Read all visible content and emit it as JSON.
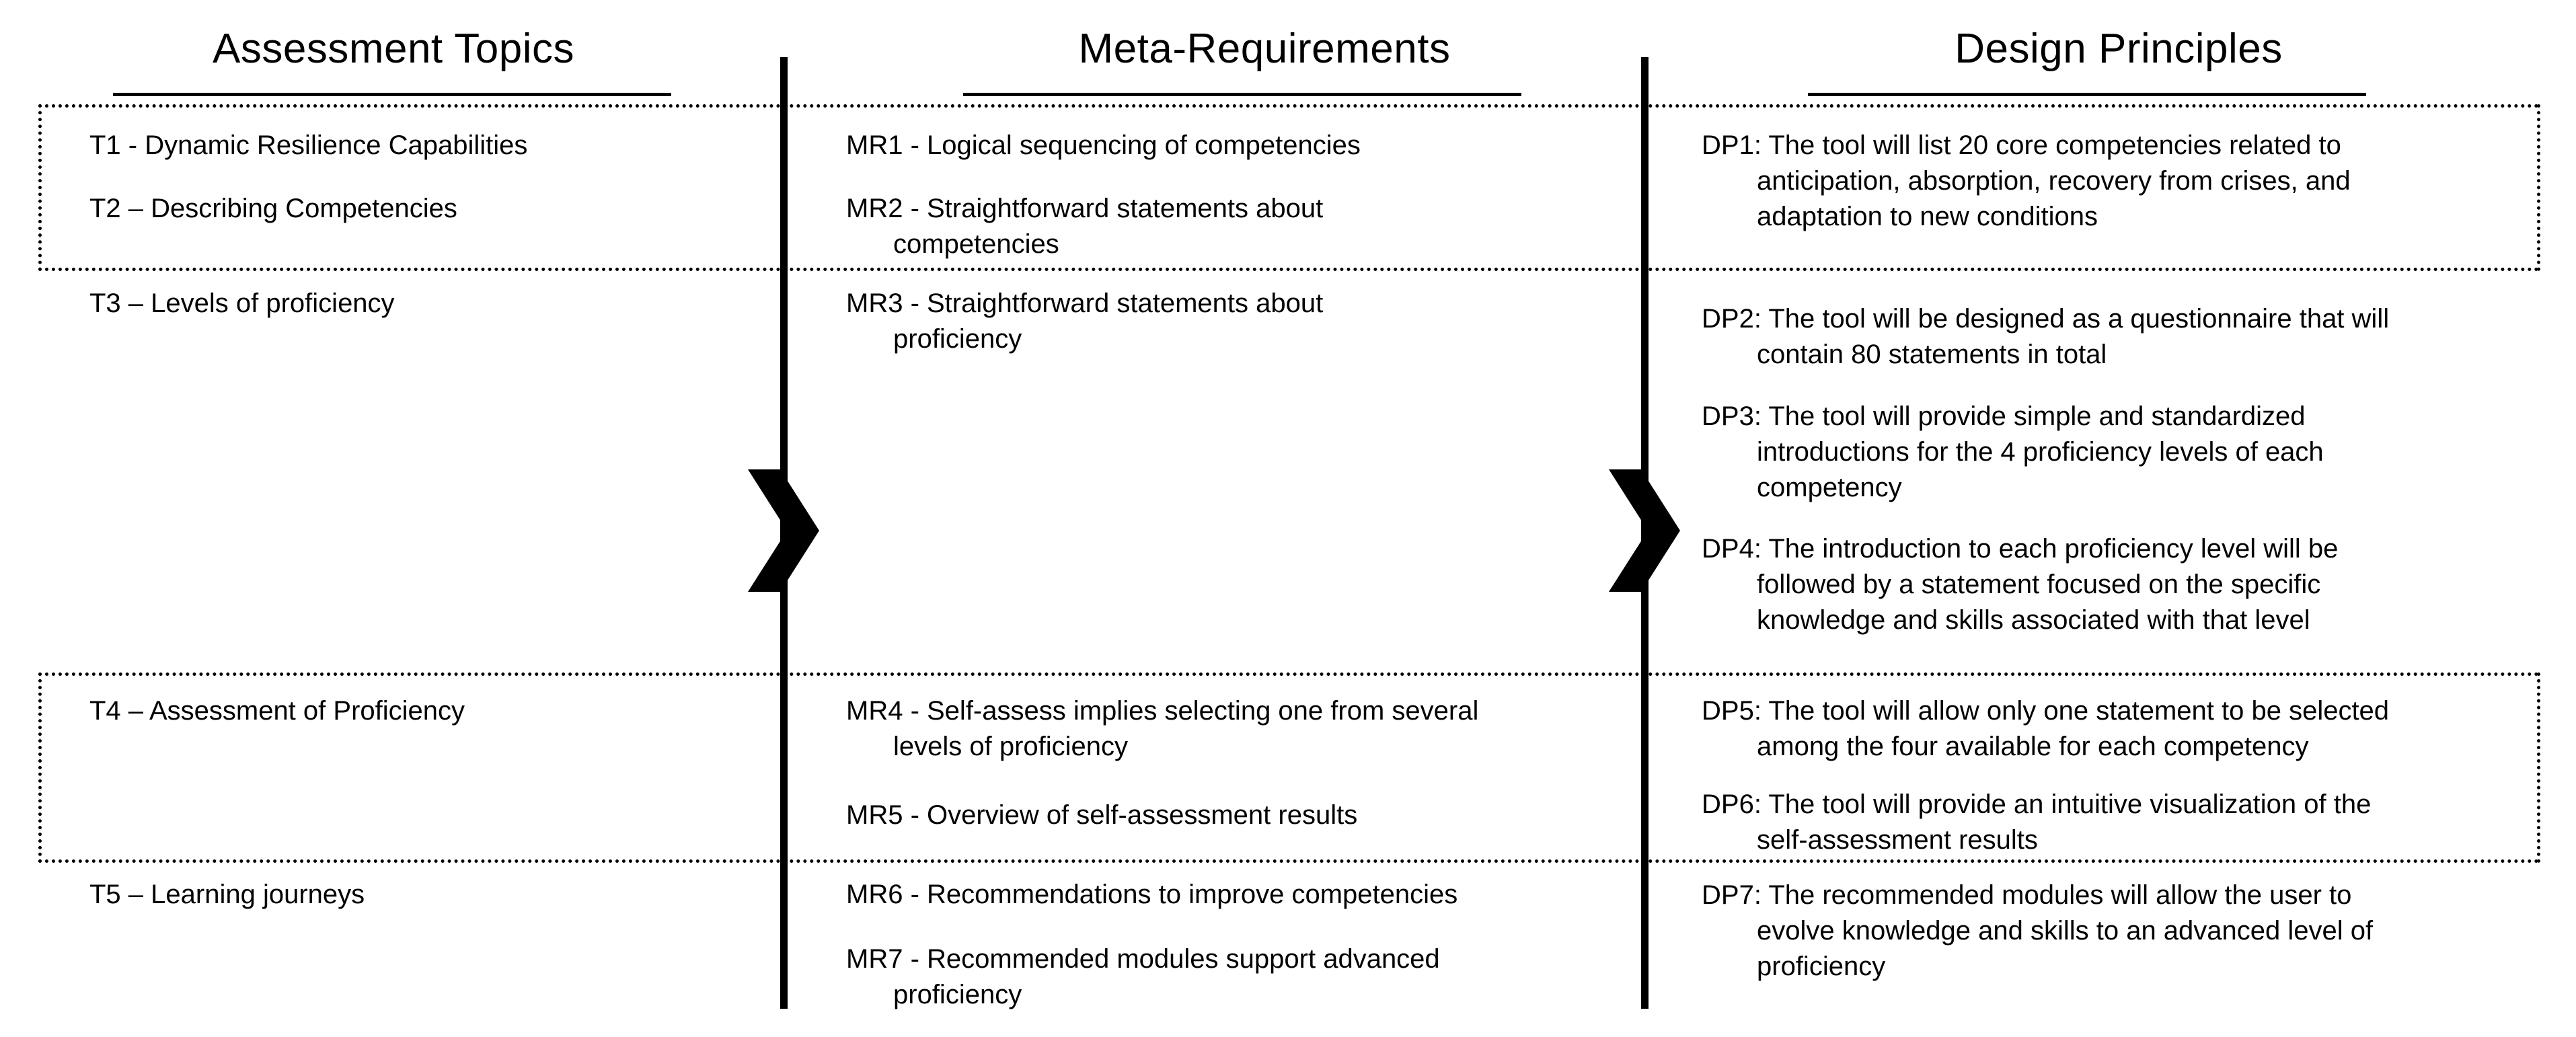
{
  "diagram": {
    "title_columns": [
      {
        "id": "assessment-topics",
        "label": "Assessment Topics"
      },
      {
        "id": "meta-requirements",
        "label": "Meta-Requirements"
      },
      {
        "id": "design-principles",
        "label": "Design Principles"
      }
    ],
    "flow_arrows": [
      "chevron-arrow-1",
      "chevron-arrow-2"
    ],
    "colors": {
      "ink": "#000000",
      "background": "#ffffff"
    }
  },
  "columns": {
    "assessment_topics": {
      "header": "Assessment Topics",
      "items": [
        {
          "id": "T1",
          "text": "T1 - Dynamic Resilience Capabilities"
        },
        {
          "id": "T2",
          "text": "T2 – Describing Competencies"
        },
        {
          "id": "T3",
          "text": "T3 – Levels of proficiency"
        },
        {
          "id": "T4",
          "text": "T4 – Assessment of Proficiency"
        },
        {
          "id": "T5",
          "text": "T5 – Learning journeys"
        }
      ]
    },
    "meta_requirements": {
      "header": "Meta-Requirements",
      "items": [
        {
          "id": "MR1",
          "line1": "MR1 - Logical sequencing of competencies",
          "line2": ""
        },
        {
          "id": "MR2",
          "line1": "MR2 - Straightforward statements about",
          "line2": "competencies"
        },
        {
          "id": "MR3",
          "line1": "MR3 - Straightforward statements about",
          "line2": "proficiency"
        },
        {
          "id": "MR4",
          "line1": "MR4 - Self-assess implies selecting one from several",
          "line2": "levels of proficiency"
        },
        {
          "id": "MR5",
          "line1": "MR5 - Overview of self-assessment results",
          "line2": ""
        },
        {
          "id": "MR6",
          "line1": "MR6 - Recommendations to improve competencies",
          "line2": ""
        },
        {
          "id": "MR7",
          "line1": "MR7 - Recommended modules support advanced",
          "line2": "proficiency"
        }
      ]
    },
    "design_principles": {
      "header": "Design Principles",
      "items": [
        {
          "id": "DP1",
          "line1": "DP1: The tool will list 20 core competencies related to",
          "line2": "anticipation, absorption, recovery from crises, and",
          "line3": "adaptation to new conditions"
        },
        {
          "id": "DP2",
          "line1": "DP2: The tool will be designed as a questionnaire that will",
          "line2": "contain 80 statements in total",
          "line3": ""
        },
        {
          "id": "DP3",
          "line1": "DP3: The tool will provide simple and standardized",
          "line2": "introductions for the 4 proficiency levels of each",
          "line3": "competency"
        },
        {
          "id": "DP4",
          "line1": "DP4: The introduction to each proficiency level will be",
          "line2": "followed by a statement focused on the specific",
          "line3": "knowledge and skills associated with that level"
        },
        {
          "id": "DP5",
          "line1": "DP5: The tool will allow only one statement to be selected",
          "line2": "among the four available for each competency",
          "line3": ""
        },
        {
          "id": "DP6",
          "line1": "DP6: The tool will provide an intuitive visualization of the",
          "line2": "self-assessment results",
          "line3": ""
        },
        {
          "id": "DP7",
          "line1": "DP7: The recommended modules will allow the user to",
          "line2": "evolve knowledge and skills to an advanced level of",
          "line3": "proficiency"
        }
      ]
    }
  }
}
